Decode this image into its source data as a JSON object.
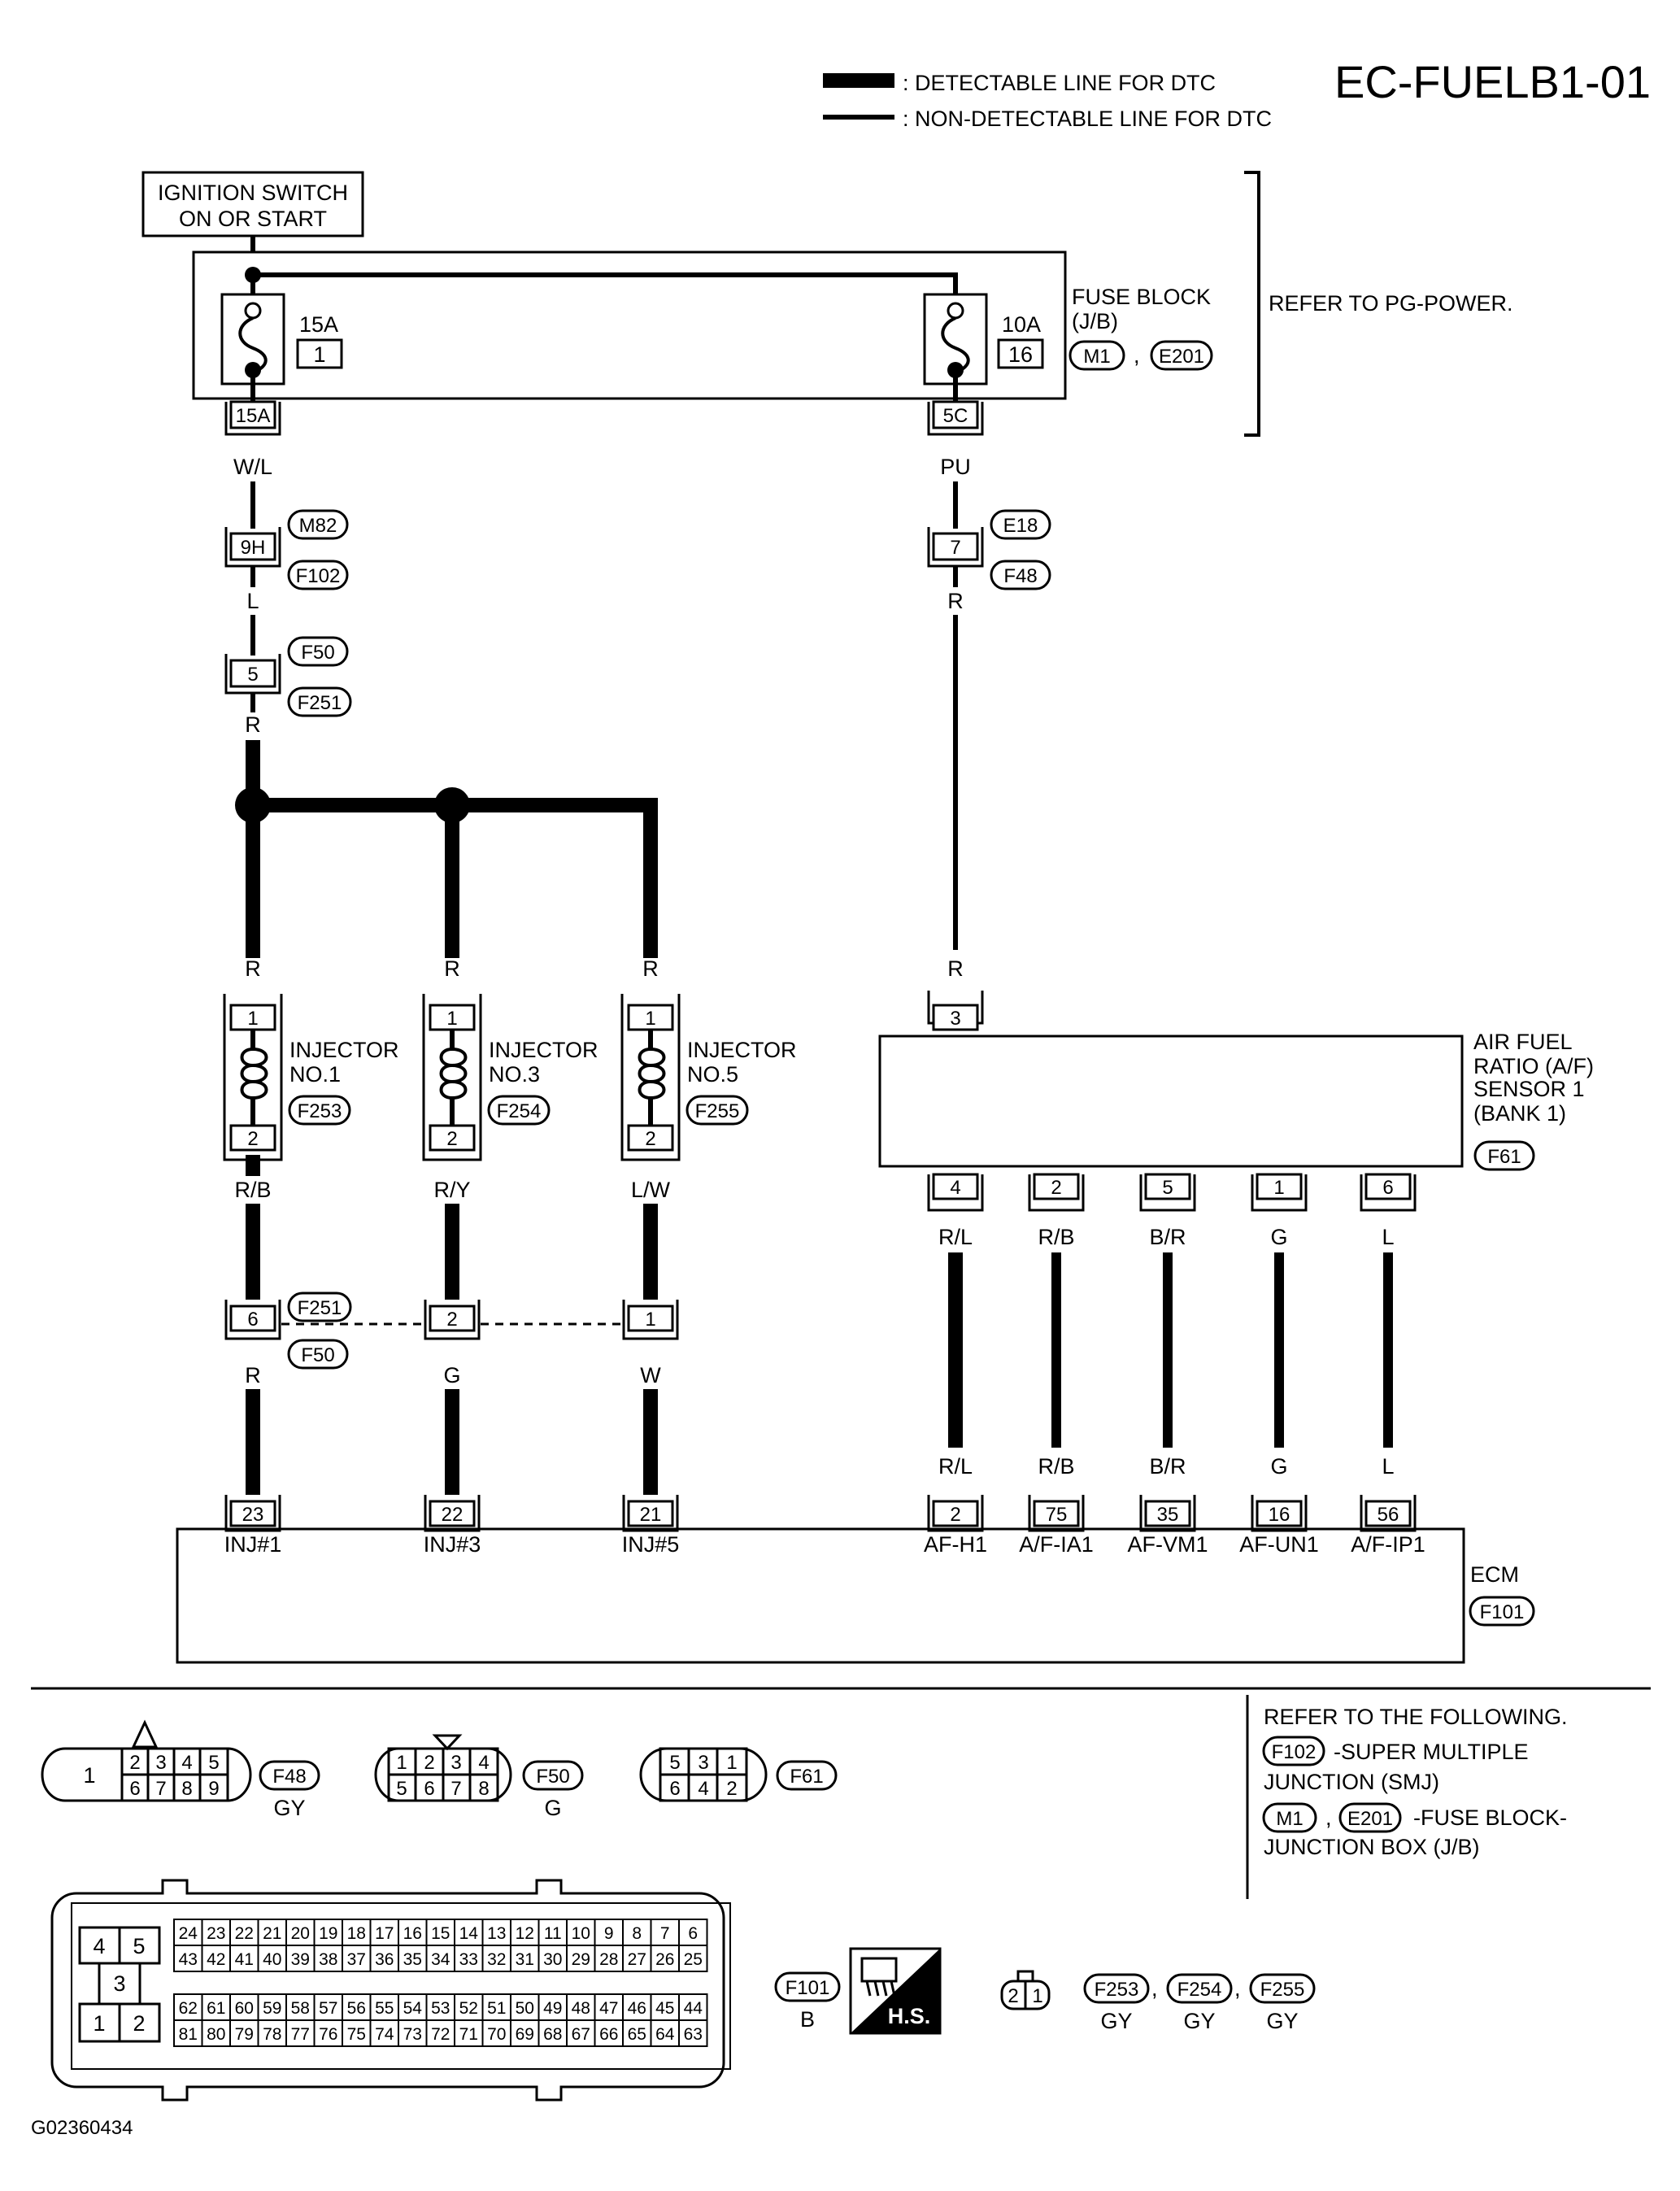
{
  "header": {
    "page_code": "EC-FUELB1-01",
    "legend_detectable": ": DETECTABLE LINE FOR DTC",
    "legend_non_detectable": ": NON-DETECTABLE LINE FOR DTC"
  },
  "power": {
    "ignition_line1": "IGNITION SWITCH",
    "ignition_line2": "ON OR START",
    "fuse_block_line1": "FUSE BLOCK",
    "fuse_block_line2": "(J/B)",
    "fuse_block_conn1": "M1",
    "fuse_block_conn2": "E201",
    "refer": "REFER TO PG-POWER.",
    "fuse1_rating": "15A",
    "fuse1_no": "1",
    "fuse2_rating": "10A",
    "fuse2_no": "16",
    "fuse1_term": "15A",
    "fuse2_term": "5C"
  },
  "left_branch": {
    "wire1": "W/L",
    "conn1_term": "9H",
    "conn1_a": "M82",
    "conn1_b": "F102",
    "wire2": "L",
    "conn2_term": "5",
    "conn2_a": "F50",
    "conn2_b": "F251",
    "wire3": "R"
  },
  "right_branch": {
    "wire1": "PU",
    "conn_term": "7",
    "conn_a": "E18",
    "conn_b": "F48",
    "wire2": "R",
    "wire3": "R"
  },
  "injectors": [
    {
      "name1": "INJECTOR",
      "name2": "NO.1",
      "conn": "F253",
      "in_wire": "R",
      "pin_in": "1",
      "pin_out": "2",
      "out_wire": "R/B",
      "jc_pin": "6",
      "ecm_wire": "R",
      "ecm_pin": "23",
      "ecm_label": "INJ#1"
    },
    {
      "name1": "INJECTOR",
      "name2": "NO.3",
      "conn": "F254",
      "in_wire": "R",
      "pin_in": "1",
      "pin_out": "2",
      "out_wire": "R/Y",
      "jc_pin": "2",
      "ecm_wire": "G",
      "ecm_pin": "22",
      "ecm_label": "INJ#3"
    },
    {
      "name1": "INJECTOR",
      "name2": "NO.5",
      "conn": "F255",
      "in_wire": "R",
      "pin_in": "1",
      "pin_out": "2",
      "out_wire": "L/W",
      "jc_pin": "1",
      "ecm_wire": "W",
      "ecm_pin": "21",
      "ecm_label": "INJ#5"
    }
  ],
  "joint_conn": {
    "a": "F251",
    "b": "F50"
  },
  "af_sensor": {
    "line1": "AIR FUEL",
    "line2": "RATIO (A/F)",
    "line3": "SENSOR 1",
    "line4": "(BANK 1)",
    "conn": "F61",
    "power_pin": "3",
    "pins": [
      {
        "pin": "4",
        "wire": "R/L",
        "ecm_pin": "2",
        "ecm_label": "AF-H1"
      },
      {
        "pin": "2",
        "wire": "R/B",
        "ecm_pin": "75",
        "ecm_label": "A/F-IA1"
      },
      {
        "pin": "5",
        "wire": "B/R",
        "ecm_pin": "35",
        "ecm_label": "AF-VM1"
      },
      {
        "pin": "1",
        "wire": "G",
        "ecm_pin": "16",
        "ecm_label": "AF-UN1"
      },
      {
        "pin": "6",
        "wire": "L",
        "ecm_pin": "56",
        "ecm_label": "A/F-IP1"
      }
    ]
  },
  "ecm": {
    "label": "ECM",
    "conn": "F101"
  },
  "refer_following": {
    "title": "REFER TO THE FOLLOWING.",
    "item1_conn": "F102",
    "item1_text1": "-SUPER MULTIPLE",
    "item1_text2": "JUNCTION (SMJ)",
    "item2_conn1": "M1",
    "item2_conn2": "E201",
    "item2_text1": "-FUSE BLOCK-",
    "item2_text2": "JUNCTION BOX (J/B)"
  },
  "connectors_views": {
    "f48": {
      "id": "F48",
      "color": "GY",
      "big_pin": "1",
      "top": [
        "2",
        "3",
        "4",
        "5"
      ],
      "bottom": [
        "6",
        "7",
        "8",
        "9"
      ]
    },
    "f50": {
      "id": "F50",
      "color": "G",
      "top": [
        "1",
        "2",
        "3",
        "4"
      ],
      "bottom": [
        "5",
        "6",
        "7",
        "8"
      ]
    },
    "f61": {
      "id": "F61",
      "top": [
        "5",
        "3",
        "1"
      ],
      "bottom": [
        "6",
        "4",
        "2"
      ]
    },
    "f101": {
      "id": "F101",
      "color": "B",
      "left_pins": [
        "4",
        "5",
        "3",
        "1",
        "2"
      ],
      "row1": [
        "24",
        "23",
        "22",
        "21",
        "20",
        "19",
        "18",
        "17",
        "16",
        "15",
        "14",
        "13",
        "12",
        "11",
        "10",
        "9",
        "8",
        "7",
        "6"
      ],
      "row2": [
        "43",
        "42",
        "41",
        "40",
        "39",
        "38",
        "37",
        "36",
        "35",
        "34",
        "33",
        "32",
        "31",
        "30",
        "29",
        "28",
        "27",
        "26",
        "25"
      ],
      "row3": [
        "62",
        "61",
        "60",
        "59",
        "58",
        "57",
        "56",
        "55",
        "54",
        "53",
        "52",
        "51",
        "50",
        "49",
        "48",
        "47",
        "46",
        "45",
        "44"
      ],
      "row4": [
        "81",
        "80",
        "79",
        "78",
        "77",
        "76",
        "75",
        "74",
        "73",
        "72",
        "71",
        "70",
        "69",
        "68",
        "67",
        "66",
        "65",
        "64",
        "63"
      ]
    },
    "hs_label": "H.S.",
    "inj_conn": {
      "pins": [
        "2",
        "1"
      ],
      "ids": [
        "F253",
        "F254",
        "F255"
      ],
      "color": "GY"
    }
  },
  "footer": {
    "code": "G02360434"
  }
}
